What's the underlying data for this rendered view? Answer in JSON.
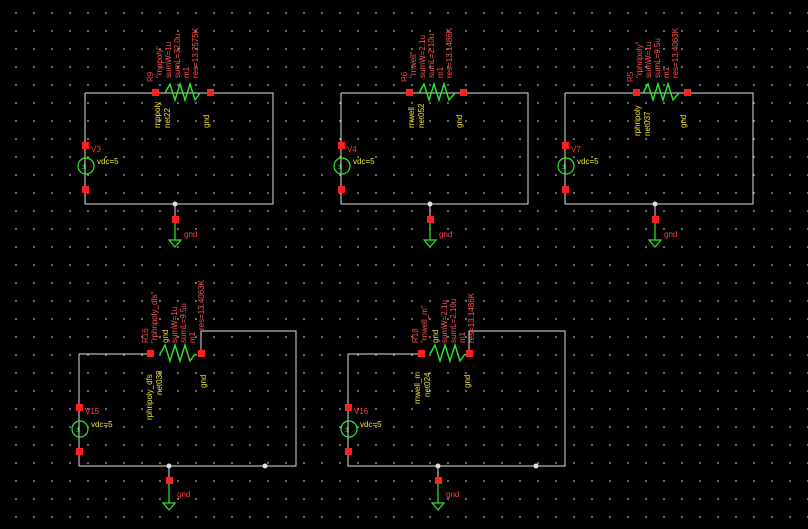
{
  "cells": [
    {
      "inst": "R9",
      "p1": "\"rnppoly\"",
      "p2": "sumW=1u",
      "p3": "sumL=32.0u",
      "p4": "m1",
      "p5": "res=13.2575K",
      "cell": "rnppoly",
      "net": "net22",
      "gnd": "gnd",
      "src": "V3",
      "vdc": "vdc=5",
      "gndinst": "gnd"
    },
    {
      "inst": "R6",
      "p1": "\"rnwell\"",
      "p2": "sumW=2.1u",
      "p3": "sumL=2.10u",
      "p4": "m1",
      "p5": "res=13.1486K",
      "cell": "rnwell",
      "net": "net052",
      "gnd": "gnd",
      "src": "V4",
      "vdc": "vdc=5",
      "gndinst": "gnd"
    },
    {
      "inst": "R5",
      "p1": "\"rphripoly\"",
      "p2": "sumW=1u",
      "p3": "sumL=9.5u",
      "p4": "m1",
      "p5": "res=13.4063K",
      "cell": "rphripoly",
      "net": "net037",
      "gnd": "gnd",
      "src": "V7",
      "vdc": "vdc=5",
      "gndinst": "gnd"
    },
    {
      "inst": "R16",
      "p1": "\"rphripoly_dfs\"",
      "gndtop": "gnd",
      "p2": "sumW=1u",
      "p3": "sumL=9.5u",
      "p4": "m1",
      "p5": "res=13.4063K",
      "cell": "rphripoly_dfs",
      "net": "net038",
      "gnd": "gnd",
      "src": "V15",
      "vdc": "vdc=5",
      "gndinst": "gnd"
    },
    {
      "inst": "R18",
      "p1": "\"rnwell_m\"",
      "gndtop": "gnd",
      "p2": "sumW=2.1u",
      "p3": "sumL=2.10u",
      "p4": "m1",
      "p5": "res=13.1486K",
      "cell": "rnwell_m",
      "net": "net024",
      "gnd": "gnd",
      "src": "V16",
      "vdc": "vdc=5",
      "gndinst": "gnd"
    }
  ],
  "colors": {
    "background": "#000000",
    "wire": "#e0e0e0",
    "symbol": "#2ee82e",
    "pin": "#ff2020",
    "instance_label": "#ff4040",
    "net_label": "#f2e633"
  }
}
